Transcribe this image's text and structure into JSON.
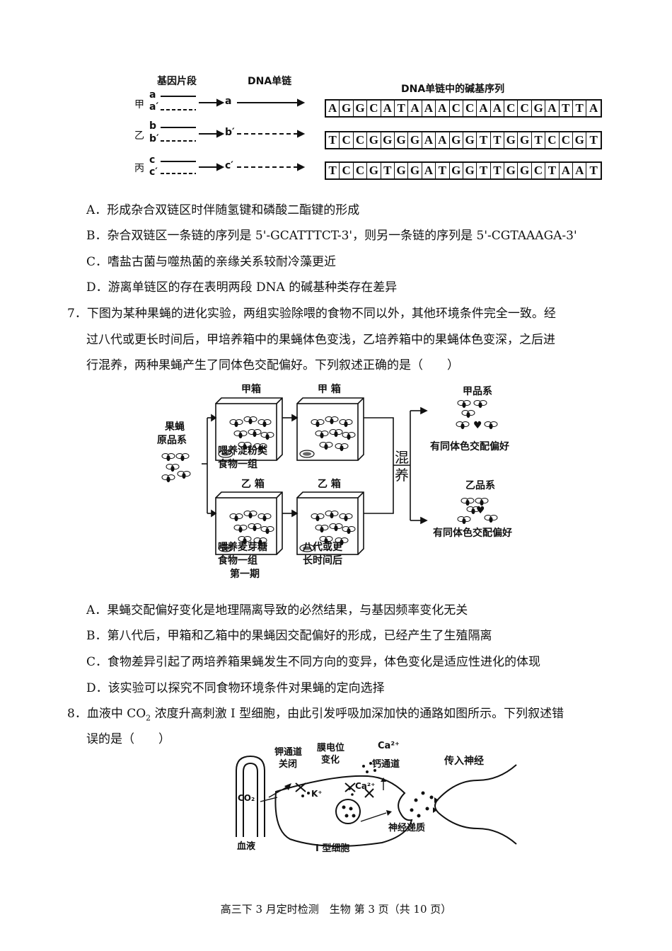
{
  "fig6": {
    "header_gene": "基因片段",
    "header_single": "DNA单链",
    "header_seq": "DNA单链中的碱基序列",
    "rows": [
      {
        "name": "甲",
        "top": "a",
        "bottom": "a′",
        "single": "a",
        "seq": "AGGCATAAACCAACCGATTA"
      },
      {
        "name": "乙",
        "top": "b",
        "bottom": "b′",
        "single": "b′",
        "seq": "TCCGGGGAAGGTTGGTCCGT"
      },
      {
        "name": "丙",
        "top": "c",
        "bottom": "c′",
        "single": "c′",
        "seq": "TCCGTGGATGGTTGGCTAAT"
      }
    ]
  },
  "q6_options": [
    "A．形成杂合双链区时伴随氢键和磷酸二酯键的形成",
    "B．杂合双链区一条链的序列是 5'-GCATTTCT-3'，则另一条链的序列是 5'-CGTAAAGA-3'",
    "C．嗜盐古菌与噬热菌的亲缘关系较耐冷藻更近",
    "D．游离单链区的存在表明两段 DNA 的碱基种类存在差异"
  ],
  "q7": {
    "lines": [
      "7．下图为某种果蝇的进化实验，两组实验除喂的食物不同以外，其他环境条件完全一致。经",
      "过八代或更长时间后，甲培养箱中的果蝇体色变浅，乙培养箱中的果蝇体色变深，之后进",
      "行混养，两种果蝇产生了同体色交配偏好。下列叙述正确的是（　　）"
    ],
    "fig": {
      "origin_l1": "果蝇",
      "origin_l2": "原品系",
      "box_jia_1": "甲箱",
      "box_jia_2": "甲 箱",
      "box_yi_1": "乙 箱",
      "box_yi_2": "乙 箱",
      "food_jia_l1": "喂养淀粉类",
      "food_jia_l2": "食物一组",
      "food_yi_l1": "喂养麦芽糖",
      "food_yi_l2": "食物一组",
      "food_yi_l3": "第一期",
      "time_l1": "八代或更",
      "time_l2": "长时间后",
      "mix_l1": "混",
      "mix_l2": "养",
      "result_jia_title": "甲品系",
      "result_jia_text": "有同体色交配偏好",
      "result_yi_title": "乙品系",
      "result_yi_text": "有同体色交配偏好"
    },
    "options": [
      "A．果蝇交配偏好变化是地理隔离导致的必然结果，与基因频率变化无关",
      "B．第八代后，甲箱和乙箱中的果蝇因交配偏好的形成，已经产生了生殖隔离",
      "C．食物差异引起了两培养箱果蝇发生不同方向的变异，体色变化是适应性进化的体现",
      "D．该实验可以探究不同食物环境条件对果蝇的定向选择"
    ]
  },
  "q8": {
    "line1_pre": "8．血液中 CO",
    "line1_sub": "2",
    "line1_post": " 浓度升高刺激 I 型细胞，由此引发呼吸加深加快的通路如图所示。下列叙述错",
    "line2": "误的是（　　）",
    "fig": {
      "k_channel_l1": "钾通道",
      "k_channel_l2": "关闭",
      "potential_l1": "膜电位",
      "potential_l2": "变化",
      "ca_channel": "钙通道",
      "ca_top": "Ca²⁺",
      "ca_in": "Ca²⁺",
      "k_ion": "K⁺",
      "co2": "CO₂",
      "afferent": "传入神经",
      "transmitter": "神经递质",
      "blood": "血液",
      "cell": "I 型细胞"
    }
  },
  "footer": "高三下 3 月定时检测　生物 第 3 页（共 10 页）"
}
